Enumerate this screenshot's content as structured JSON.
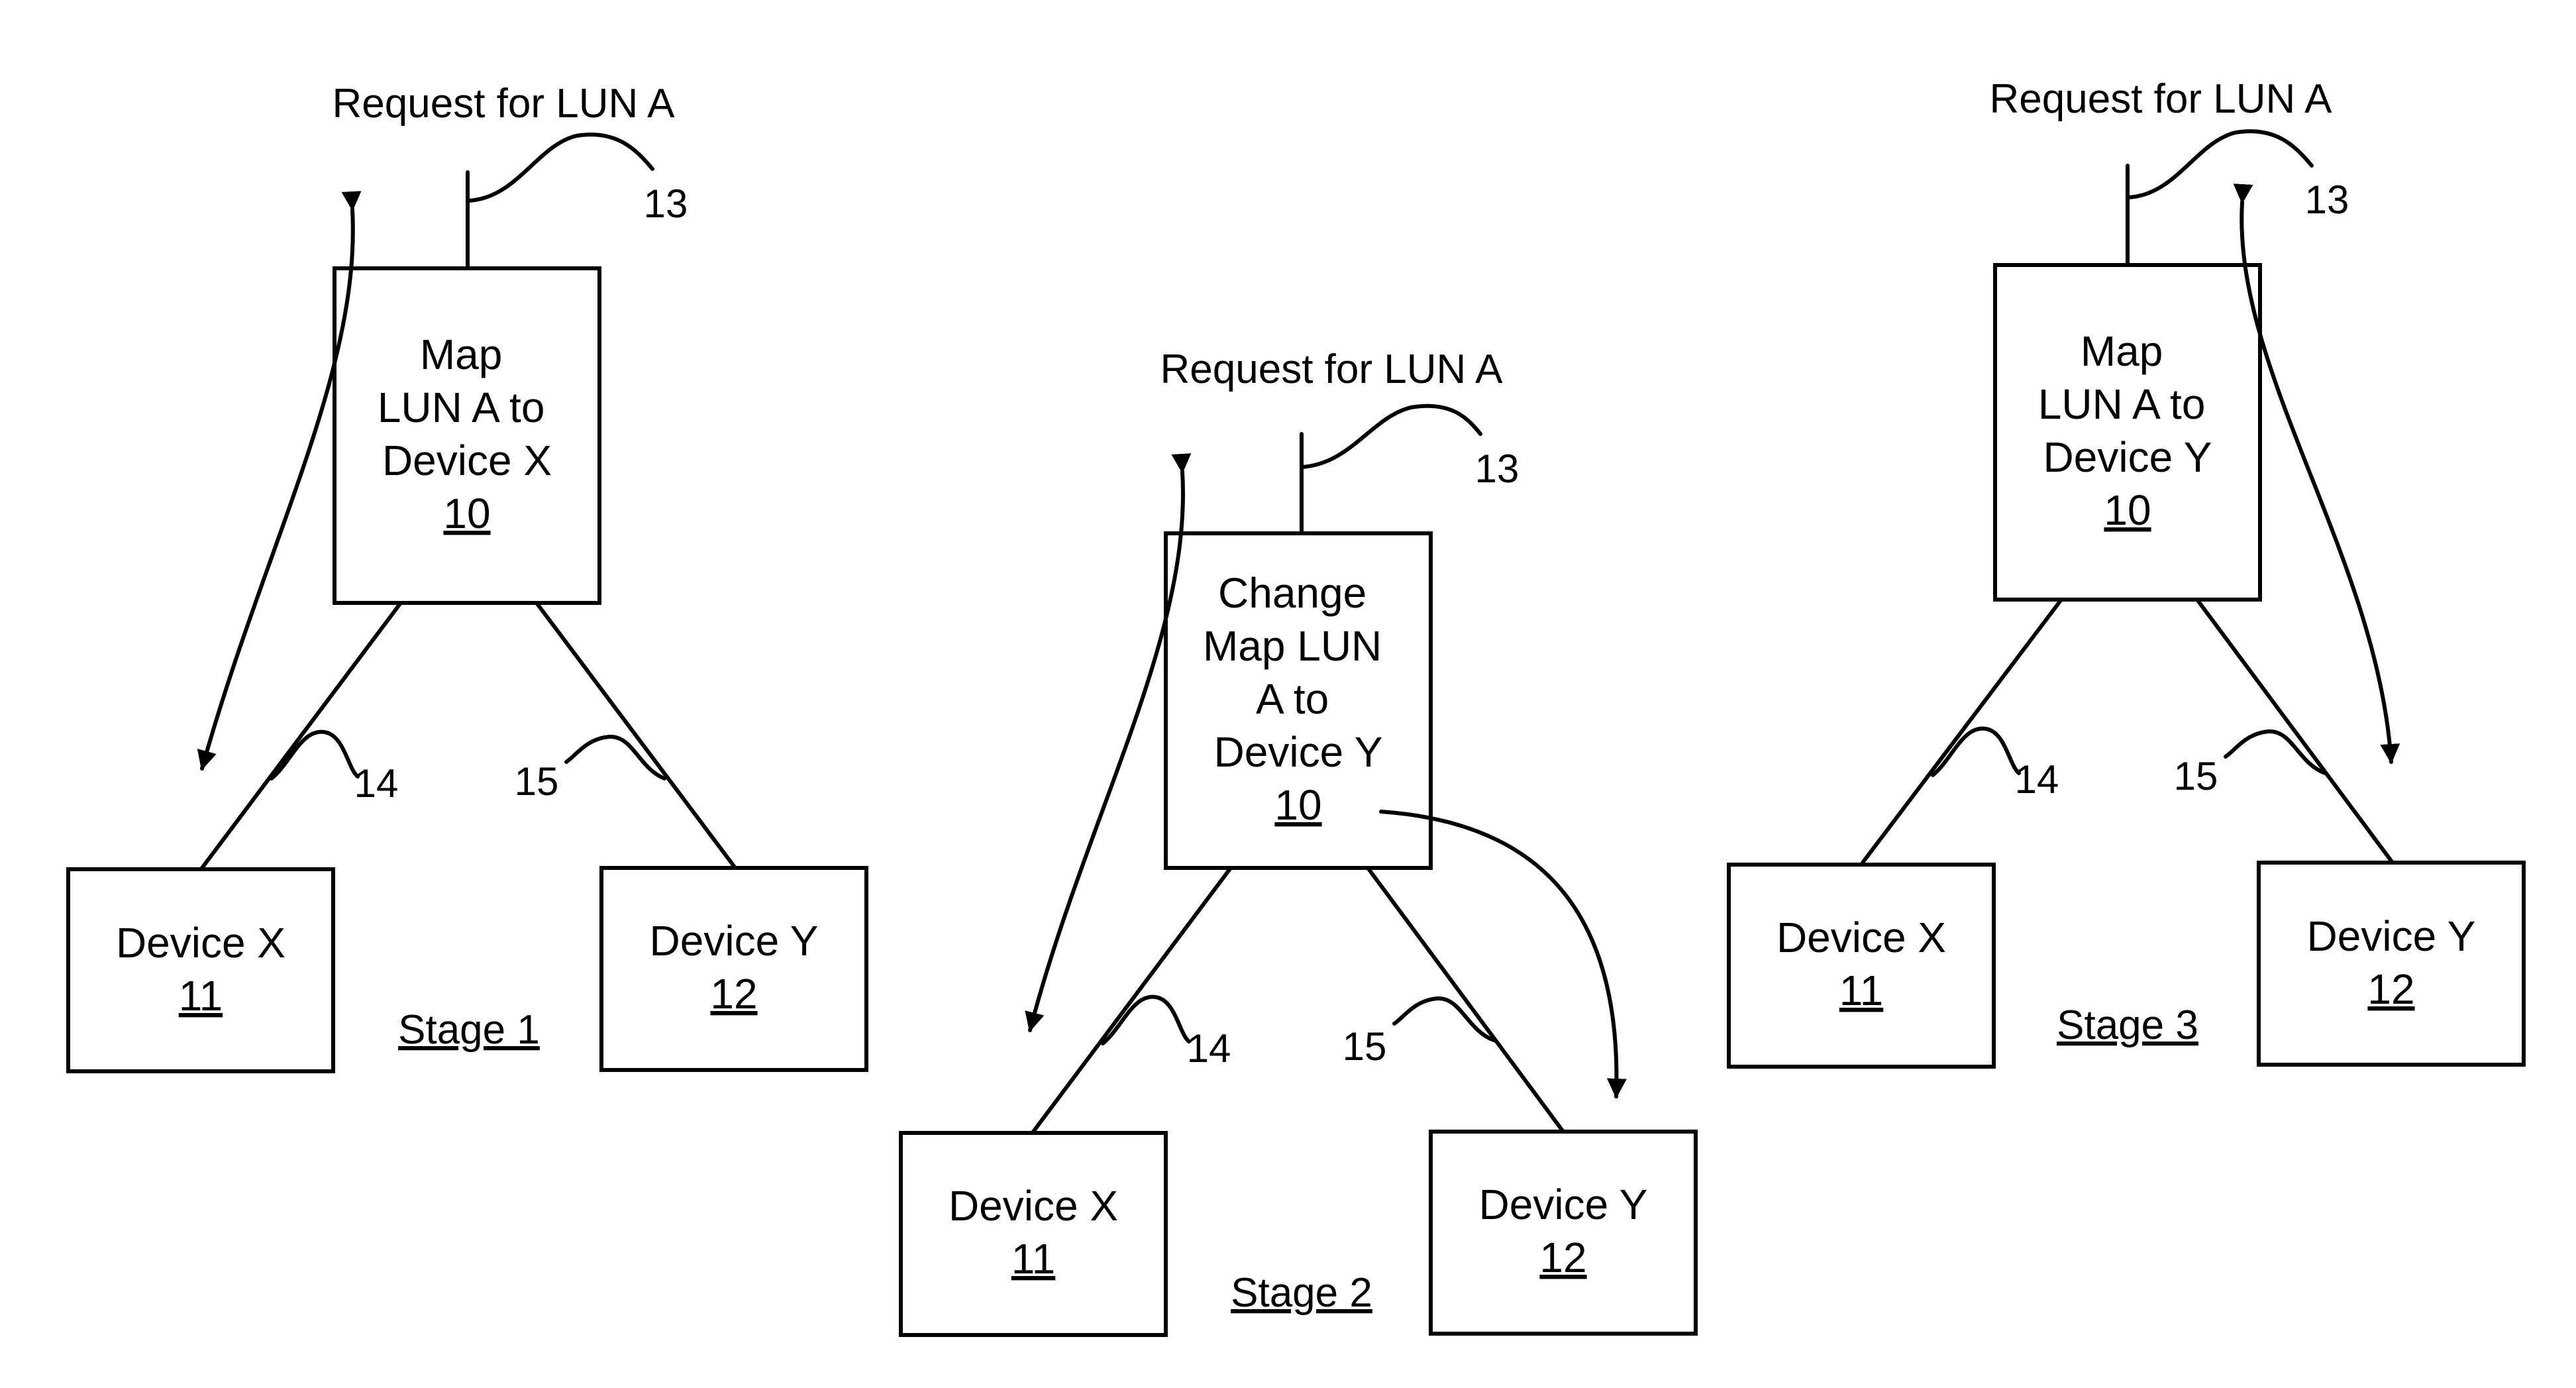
{
  "stages": [
    {
      "stage_label": "Stage 1",
      "request_label": "Request for LUN A",
      "request_ref": "13",
      "controller": {
        "lines": [
          "Map",
          "LUN A to",
          "Device X"
        ],
        "ref": "10"
      },
      "link_left_ref": "14",
      "link_right_ref": "15",
      "device_left": {
        "label": "Device X",
        "ref": "11"
      },
      "device_right": {
        "label": "Device Y",
        "ref": "12"
      }
    },
    {
      "stage_label": "Stage 2",
      "request_label": "Request for LUN A",
      "request_ref": "13",
      "controller": {
        "lines": [
          "Change",
          "Map LUN",
          "A to",
          "Device Y"
        ],
        "ref": "10"
      },
      "link_left_ref": "14",
      "link_right_ref": "15",
      "device_left": {
        "label": "Device X",
        "ref": "11"
      },
      "device_right": {
        "label": "Device Y",
        "ref": "12"
      }
    },
    {
      "stage_label": "Stage 3",
      "request_label": "Request for LUN A",
      "request_ref": "13",
      "controller": {
        "lines": [
          "Map",
          "LUN A to",
          "Device Y"
        ],
        "ref": "10"
      },
      "link_left_ref": "14",
      "link_right_ref": "15",
      "device_left": {
        "label": "Device X",
        "ref": "11"
      },
      "device_right": {
        "label": "Device Y",
        "ref": "12"
      }
    }
  ]
}
